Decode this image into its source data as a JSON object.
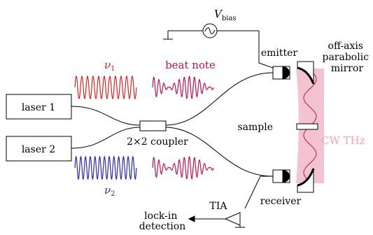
{
  "labels": {
    "laser1": "laser 1",
    "laser2": "laser 2",
    "nu1": "ν",
    "nu1_sub": "1",
    "nu2": "ν",
    "nu2_sub": "2",
    "beat_note": "beat note",
    "coupler": "2×2 coupler",
    "vbias": "V",
    "vbias_sub": "bias",
    "emitter": "emitter",
    "receiver": "receiver",
    "mirror": [
      "off-axis",
      "parabolic",
      "mirror"
    ],
    "sample": "sample",
    "cw_thz": "CW THz",
    "tia": "TIA",
    "lockin": [
      "lock-in",
      "detection"
    ]
  },
  "colors": {
    "nu1": "#dd2222",
    "nu2": "#2a2ab8",
    "beat": "#c4124f",
    "thz_beam": "#f2b8c8",
    "thz_text": "#f0a2bb",
    "line": "#000000"
  }
}
